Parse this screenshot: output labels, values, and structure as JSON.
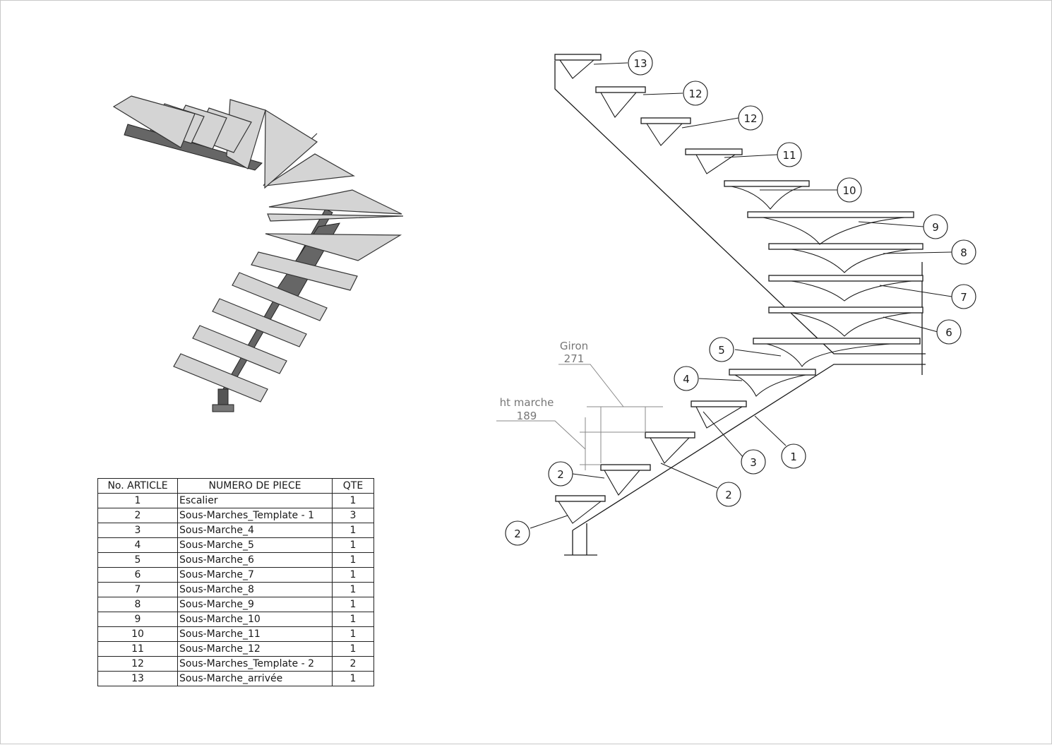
{
  "bom": {
    "headers": [
      "No. ARTICLE",
      "NUMERO DE PIECE",
      "QTE"
    ],
    "rows": [
      {
        "no": "1",
        "part": "Escalier",
        "qty": "1"
      },
      {
        "no": "2",
        "part": "Sous-Marches_Template - 1",
        "qty": "3"
      },
      {
        "no": "3",
        "part": "Sous-Marche_4",
        "qty": "1"
      },
      {
        "no": "4",
        "part": "Sous-Marche_5",
        "qty": "1"
      },
      {
        "no": "5",
        "part": "Sous-Marche_6",
        "qty": "1"
      },
      {
        "no": "6",
        "part": "Sous-Marche_7",
        "qty": "1"
      },
      {
        "no": "7",
        "part": "Sous-Marche_8",
        "qty": "1"
      },
      {
        "no": "8",
        "part": "Sous-Marche_9",
        "qty": "1"
      },
      {
        "no": "9",
        "part": "Sous-Marche_10",
        "qty": "1"
      },
      {
        "no": "10",
        "part": "Sous-Marche_11",
        "qty": "1"
      },
      {
        "no": "11",
        "part": "Sous-Marche_12",
        "qty": "1"
      },
      {
        "no": "12",
        "part": "Sous-Marches_Template - 2",
        "qty": "2"
      },
      {
        "no": "13",
        "part": "Sous-Marche_arrivée",
        "qty": "1"
      }
    ]
  },
  "dimensions": {
    "giron_label": "Giron",
    "giron_value": "271",
    "ht_marche_label": "ht marche",
    "ht_marche_value": "189"
  },
  "balloons": [
    "13",
    "12",
    "12",
    "11",
    "10",
    "9",
    "8",
    "7",
    "6",
    "5",
    "4",
    "3",
    "2",
    "2",
    "2",
    "1"
  ],
  "colors": {
    "line": "#1a1a1a",
    "tread_fill": "#d4d4d4",
    "tread_edge": "#3a3a3a",
    "dim_line": "#888888",
    "border": "#c8c8c8"
  }
}
